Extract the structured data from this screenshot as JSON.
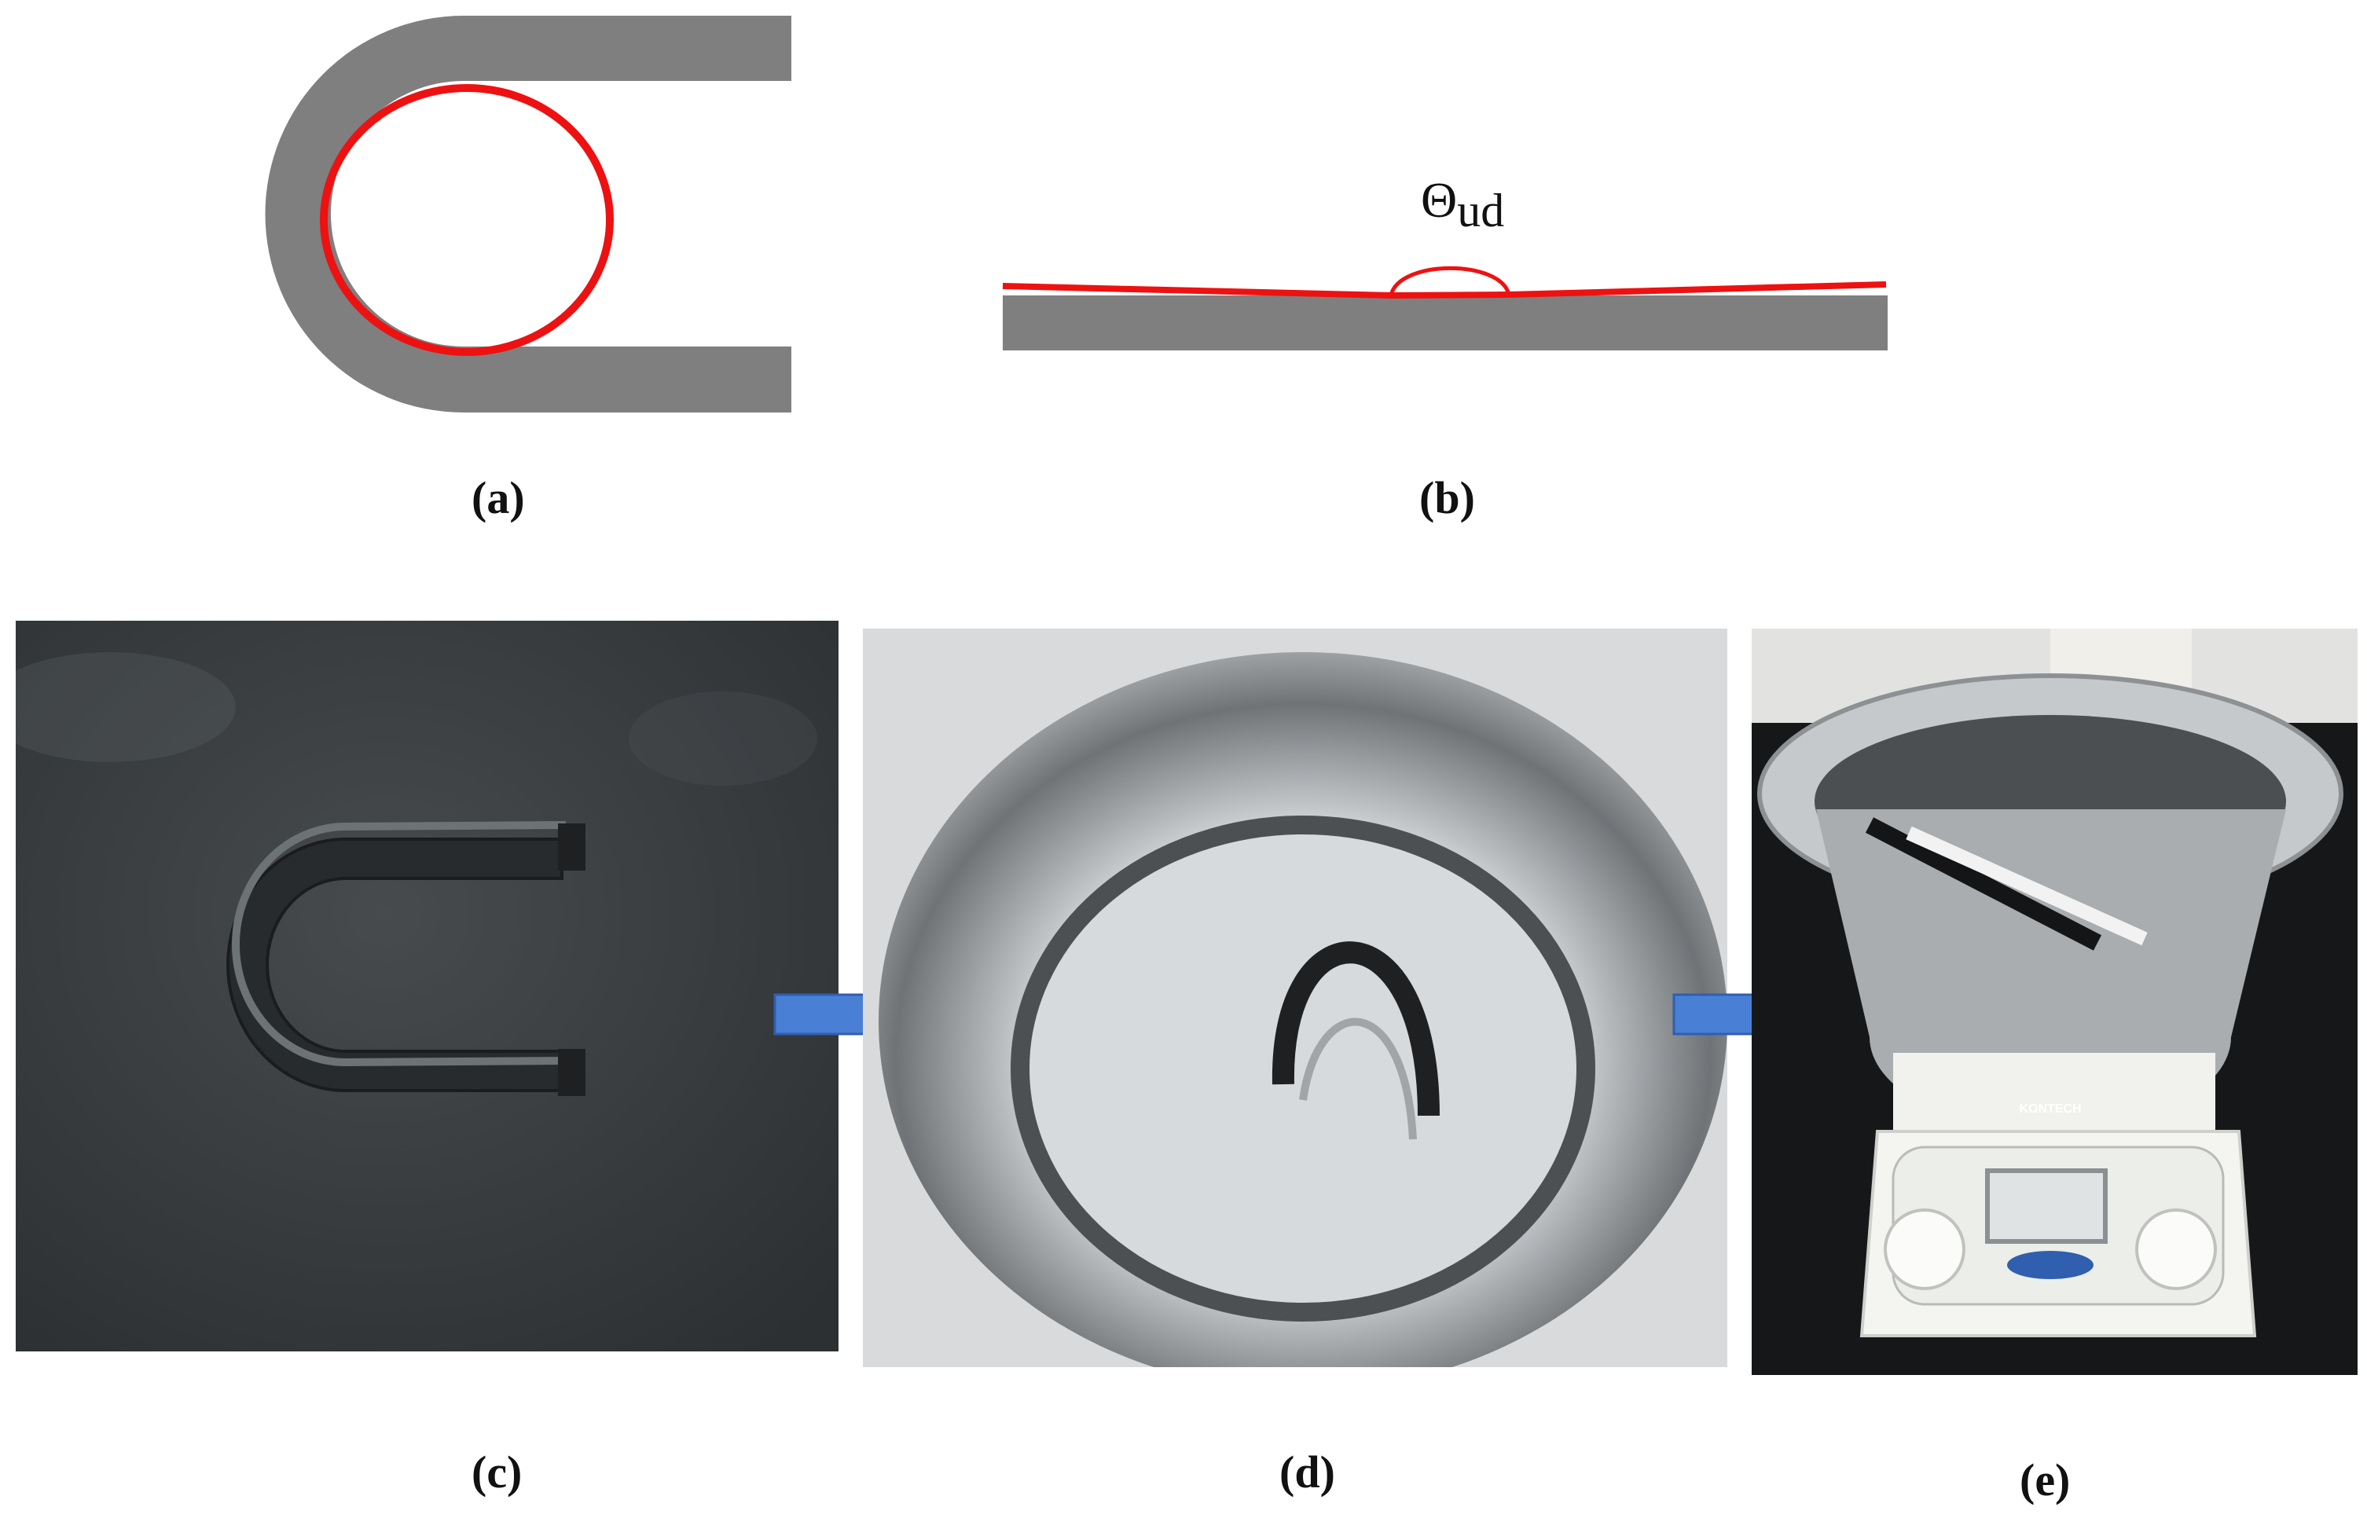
{
  "panels": {
    "a": {
      "label": "(a)"
    },
    "b": {
      "label": "(b)",
      "angle_symbol": "Θ",
      "angle_subscript": "ud"
    },
    "c": {
      "label": "(c)"
    },
    "d": {
      "label": "(d)"
    },
    "e": {
      "label": "(e)",
      "device_brand": "KONTECH"
    }
  },
  "colors": {
    "specimen_gray": "#7f7f7f",
    "contact_red": "#ee1111",
    "arrow_blue": "#4a7fd6",
    "photo_dark": "#3b3f41"
  },
  "icons": [
    "right-arrow-icon",
    "right-arrow-icon"
  ]
}
